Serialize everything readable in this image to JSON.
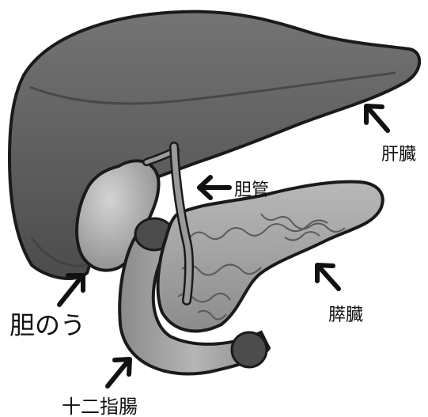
{
  "labels": {
    "liver": "肝臓",
    "bile_duct": "胆管",
    "pancreas": "膵臓",
    "gallbladder": "胆のう",
    "duodenum": "十二指腸"
  },
  "colors": {
    "liver_dark": "#4a4a4a",
    "liver_mid": "#6b6b6b",
    "organ_light": "#a9a9a9",
    "outline": "#1a1a1a",
    "arrow": "#111111"
  }
}
